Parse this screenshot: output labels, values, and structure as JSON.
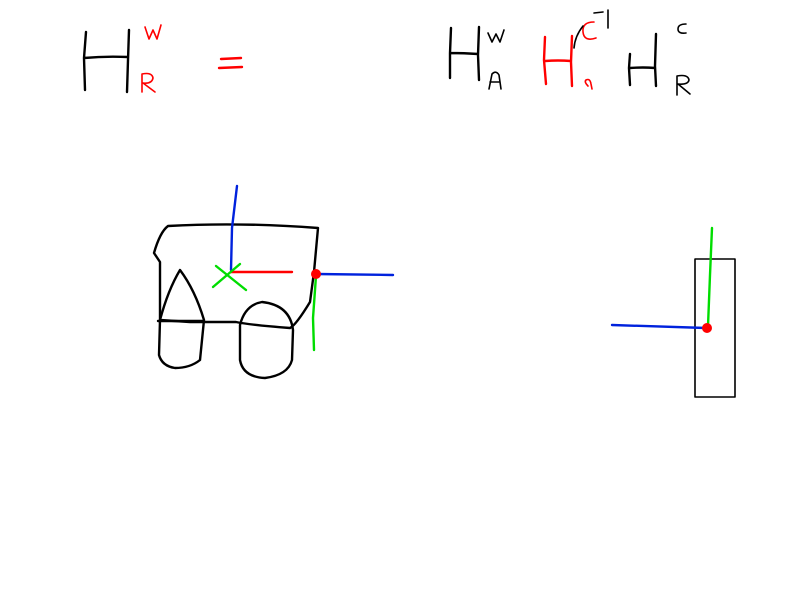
{
  "equation": {
    "lhs": {
      "base": "H",
      "superscript": "W",
      "subscript": "R"
    },
    "equals": "=",
    "rhs": [
      {
        "base": "H",
        "superscript": "W",
        "subscript": "A",
        "inverse": false
      },
      {
        "base": "H",
        "superscript": "C",
        "subscript": "A",
        "inverse": true,
        "inverse_mark": "-1"
      },
      {
        "base": "H",
        "superscript": "C",
        "subscript": "R",
        "inverse": false
      }
    ]
  },
  "colors": {
    "ink": "#000000",
    "highlight": "#ff0000",
    "axis_x": "#ff0000",
    "axis_y": "#00dd00",
    "axis_z": "#0022dd",
    "background": "#ffffff"
  }
}
